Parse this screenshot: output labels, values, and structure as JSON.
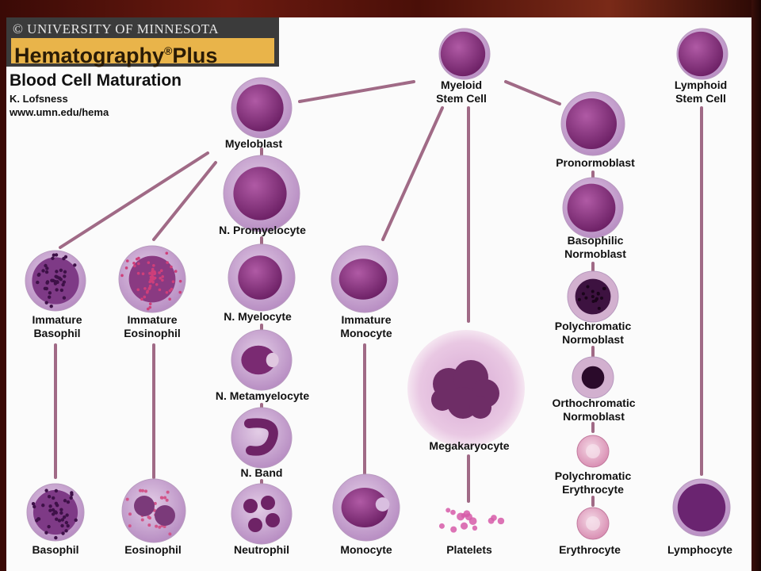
{
  "header": {
    "university": "© UNIVERSITY OF MINNESOTA",
    "brand": "Hematography",
    "brand_suffix": "Plus",
    "registered": "®"
  },
  "title": "Blood Cell Maturation",
  "author": "K. Lofsness",
  "url": "www.umn.edu/hema",
  "colors": {
    "connector": "#a06a86",
    "cytoplasm": "#c9a2cf",
    "nucleus": "#7b2a72",
    "panel": "#fbfbfb"
  },
  "cells": [
    {
      "id": "myeloid-stem-cell",
      "lines": [
        "Myeloid",
        "Stem Cell"
      ]
    },
    {
      "id": "lymphoid-stem-cell",
      "lines": [
        "Lymphoid",
        "Stem Cell"
      ]
    },
    {
      "id": "myeloblast",
      "lines": [
        "Myeloblast"
      ]
    },
    {
      "id": "pronormoblast",
      "lines": [
        "Pronormoblast"
      ]
    },
    {
      "id": "n-promyelocyte",
      "lines": [
        "N. Promyelocyte"
      ]
    },
    {
      "id": "basophilic-normoblast",
      "lines": [
        "Basophilic",
        "Normoblast"
      ]
    },
    {
      "id": "immature-basophil",
      "lines": [
        "Immature",
        "Basophil"
      ]
    },
    {
      "id": "immature-eosinophil",
      "lines": [
        "Immature",
        "Eosinophil"
      ]
    },
    {
      "id": "n-myelocyte",
      "lines": [
        "N. Myelocyte"
      ]
    },
    {
      "id": "immature-monocyte",
      "lines": [
        "Immature",
        "Monocyte"
      ]
    },
    {
      "id": "polychromatic-normoblast",
      "lines": [
        "Polychromatic",
        "Normoblast"
      ]
    },
    {
      "id": "n-metamyelocyte",
      "lines": [
        "N. Metamyelocyte"
      ]
    },
    {
      "id": "orthochromatic-normoblast",
      "lines": [
        "Orthochromatic",
        "Normoblast"
      ]
    },
    {
      "id": "megakaryocyte",
      "lines": [
        "Megakaryocyte"
      ]
    },
    {
      "id": "n-band",
      "lines": [
        "N. Band"
      ]
    },
    {
      "id": "polychromatic-erythrocyte",
      "lines": [
        "Polychromatic",
        "Erythrocyte"
      ]
    },
    {
      "id": "basophil",
      "lines": [
        "Basophil"
      ]
    },
    {
      "id": "eosinophil",
      "lines": [
        "Eosinophil"
      ]
    },
    {
      "id": "neutrophil",
      "lines": [
        "Neutrophil"
      ]
    },
    {
      "id": "monocyte",
      "lines": [
        "Monocyte"
      ]
    },
    {
      "id": "platelets",
      "lines": [
        "Platelets"
      ]
    },
    {
      "id": "erythrocyte",
      "lines": [
        "Erythrocyte"
      ]
    },
    {
      "id": "lymphocyte",
      "lines": [
        "Lymphocyte"
      ]
    }
  ]
}
